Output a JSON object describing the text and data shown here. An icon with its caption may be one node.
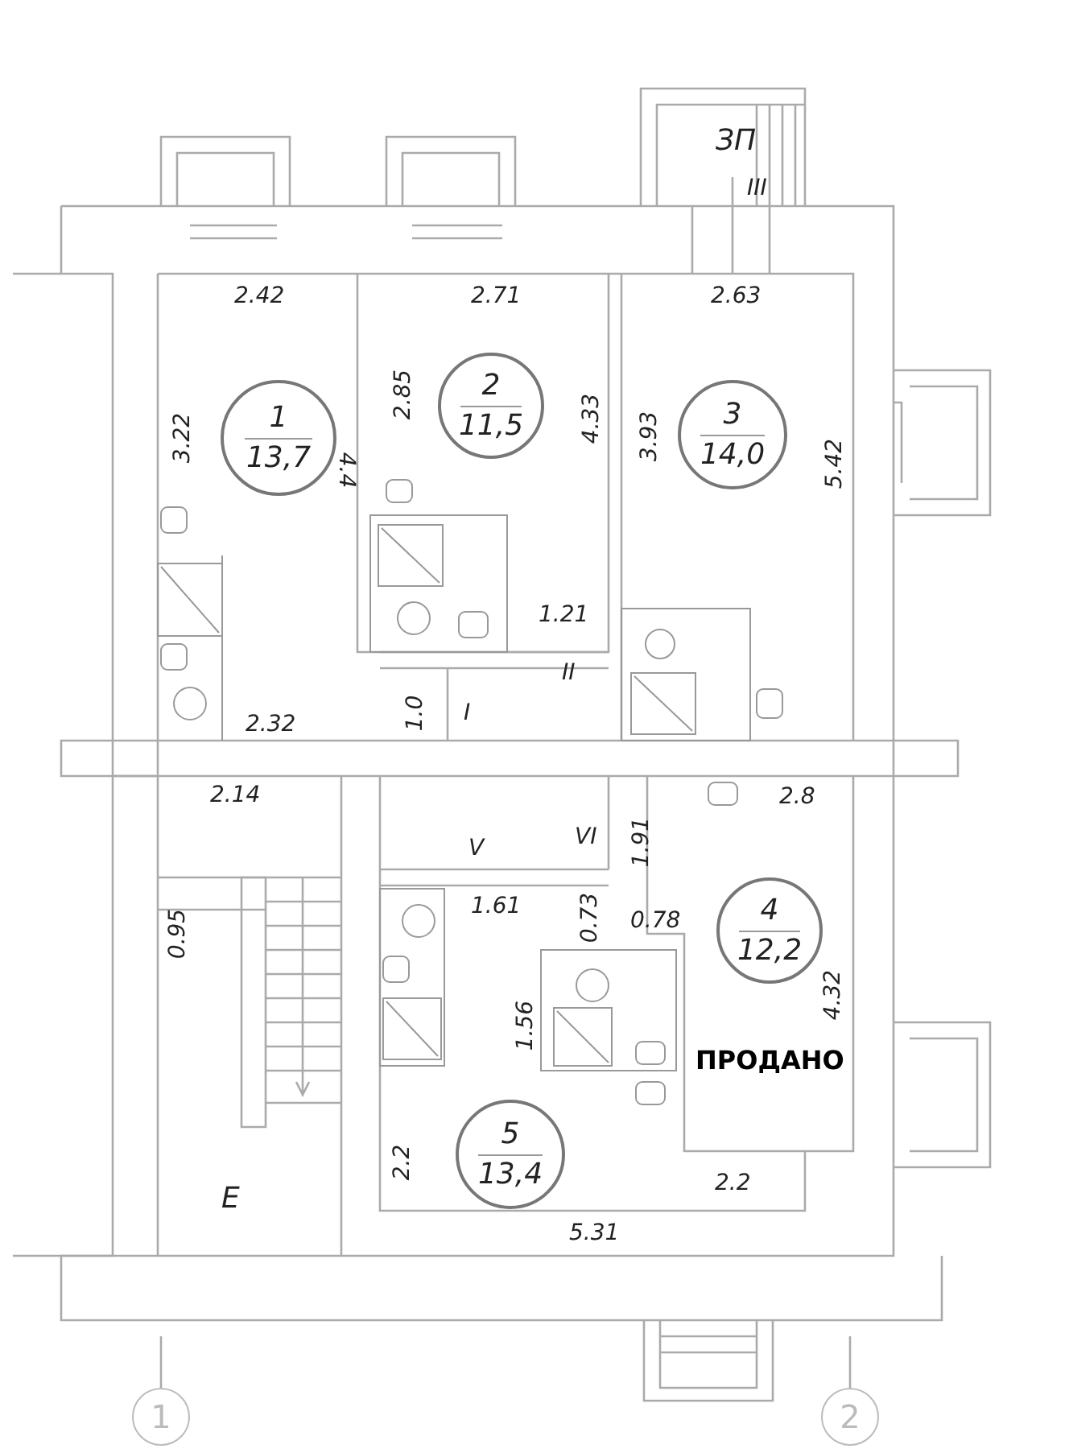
{
  "diagram": {
    "nodes": [
      {
        "text": [
          "1",
          "13,7"
        ]
      },
      {
        "text": [
          "2",
          "11,5"
        ]
      },
      {
        "text": [
          "3",
          "14,0"
        ]
      },
      {
        "text": [
          "4",
          "12,2"
        ]
      },
      {
        "text": [
          "5",
          "13,4"
        ]
      },
      {
        "text": [
          "1"
        ]
      },
      {
        "text": [
          "2"
        ]
      }
    ],
    "labels": [
      "ЗП",
      "III",
      "2.42",
      "2.71",
      "2.63",
      "2.85",
      "3.22",
      "4.33",
      "3.93",
      "4.4",
      "5.42",
      "1.21",
      "II",
      "2.32",
      "1.0",
      "I",
      "2.14",
      "2.8",
      "V",
      "VI",
      "1.91",
      "1.61",
      "0.73",
      "0.78",
      "0.95",
      "4.32",
      "1.56",
      "ПРОДАНО",
      "2.2",
      "2.2",
      "E",
      "5.31"
    ]
  }
}
